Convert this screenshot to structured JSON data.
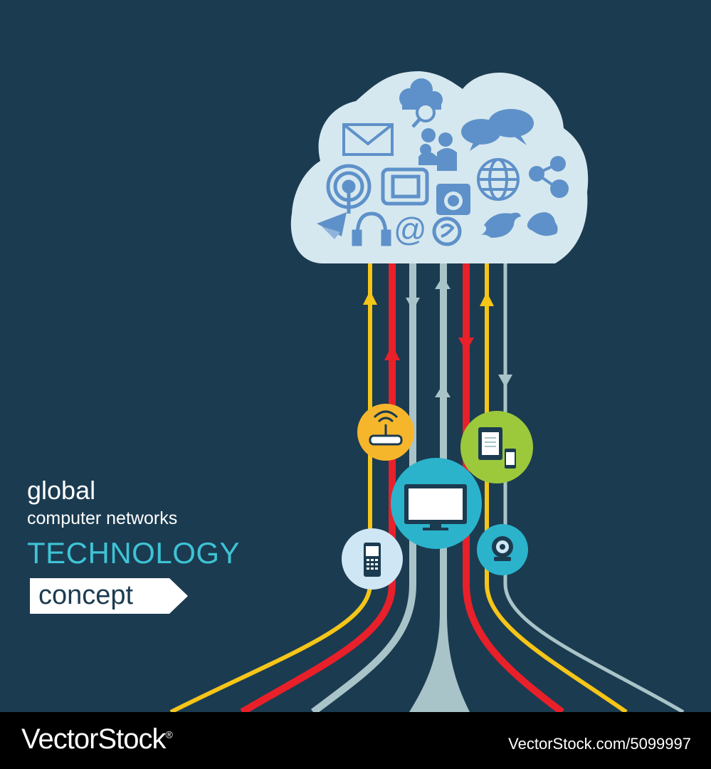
{
  "headline": {
    "line1": "global",
    "line2": "computer networks",
    "line3": "TECHNOLOGY",
    "tag": "concept"
  },
  "watermark": {
    "brand": "VectorStock",
    "registered": "®",
    "image_id": "VectorStock.com/5099997"
  },
  "colors": {
    "background": "#1b3b50",
    "cloud": "#d6e8ef",
    "cloud_icons": "#5e91c9",
    "wire_yellow": "#f5c518",
    "wire_red": "#e8202a",
    "wire_grey": "#a9c4c8",
    "accent_text": "#3ec3d5"
  },
  "cloud_icons": [
    "envelope-icon",
    "cloud-search-icon",
    "chat-bubbles-icon",
    "people-icon",
    "wifi-broadcast-icon",
    "tablet-icon",
    "camera-icon",
    "globe-icon",
    "share-icon",
    "send-mail-icon",
    "headphones-icon",
    "at-sign-icon",
    "skype-icon",
    "twitter-birds-icon"
  ],
  "device_icons": [
    "router-icon",
    "tablet-phone-icon",
    "monitor-icon",
    "mobile-phone-icon",
    "webcam-icon"
  ]
}
